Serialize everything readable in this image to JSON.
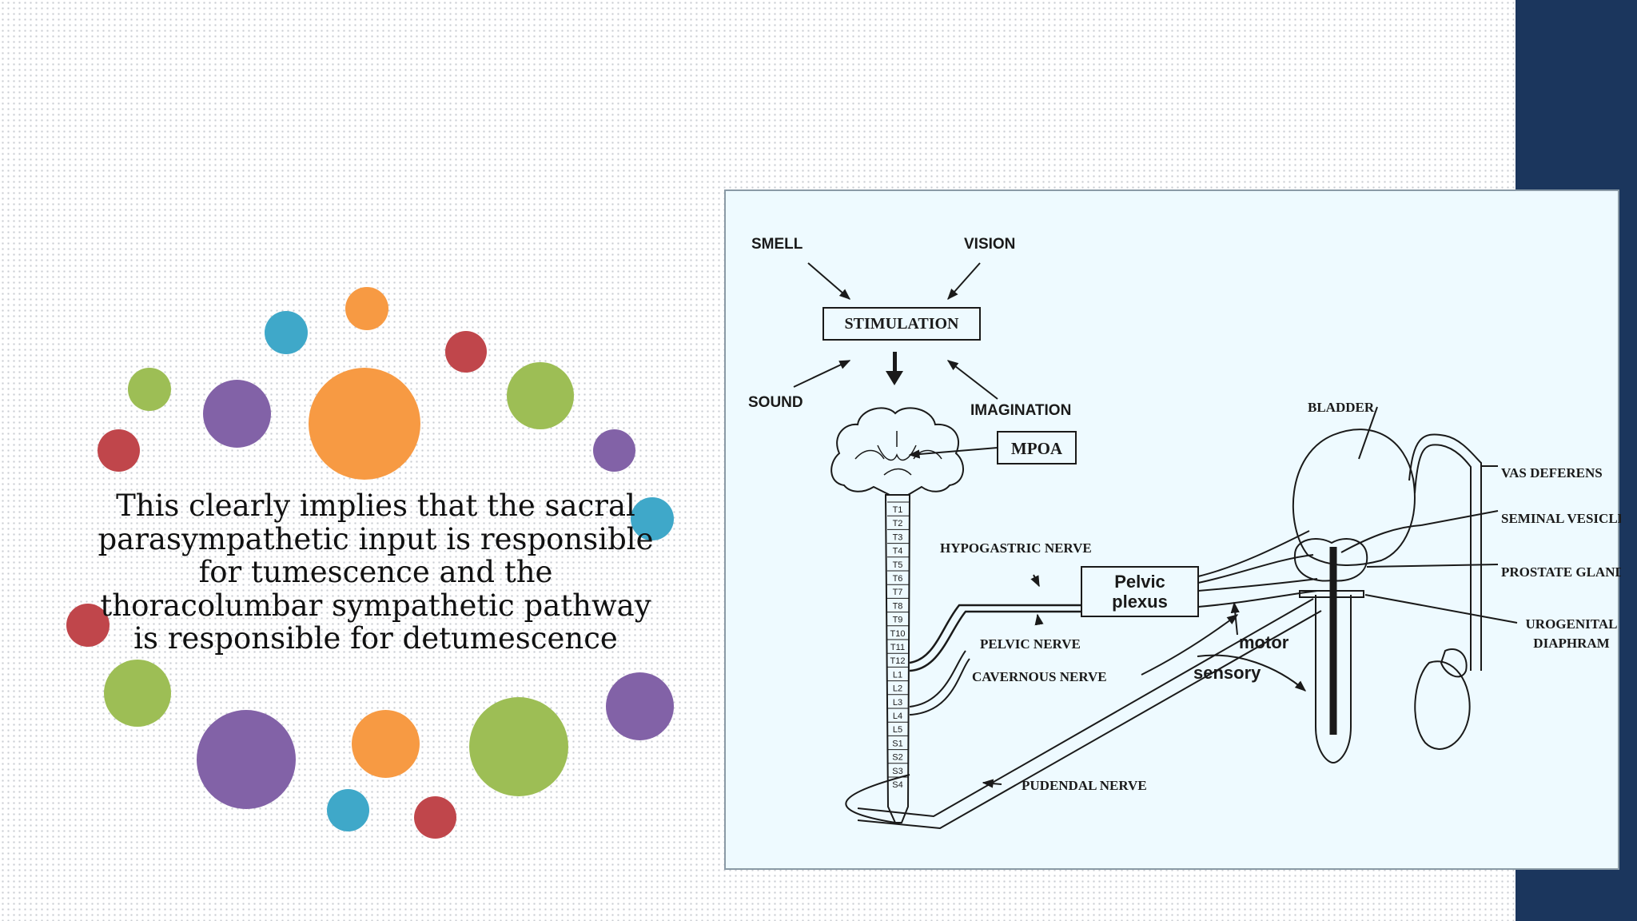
{
  "slide": {
    "caption": "This clearly implies that the sacral\nparasympathetic input is responsible\nfor tumescence and the\nthoracolumbar sympathetic pathway\nis responsible for detumescence",
    "colors": {
      "accent_bar": "#1b365d",
      "orange": "#f79a43",
      "purple": "#8262a7",
      "green": "#9dbe55",
      "red": "#c0464b",
      "teal": "#3fa8c9",
      "diagram_background": "#eefaff"
    }
  },
  "diagram": {
    "labels": {
      "smell": "SMELL",
      "vision": "VISION",
      "stimulation": "STIMULATION",
      "sound": "SOUND",
      "imagination": "IMAGINATION",
      "mpoa": "MPOA",
      "hypogastric_nerve": "HYPOGASTRIC NERVE",
      "pelvic_plexus_line1": "Pelvic",
      "pelvic_plexus_line2": "plexus",
      "pelvic_nerve": "PELVIC NERVE",
      "cavernous_nerve": "CAVERNOUS NERVE",
      "motor": "motor",
      "sensory": "sensory",
      "pudendal_nerve": "PUDENDAL NERVE",
      "bladder": "BLADDER",
      "vas_deferens": "VAS DEFERENS",
      "seminal_vesicle": "SEMINAL VESICLE",
      "prostate_gland": "PROSTATE GLAND",
      "urogenital_line1": "UROGENITAL",
      "urogenital_line2": "DIAPHRAM"
    },
    "spinal_segments": [
      "T1",
      "T2",
      "T3",
      "T4",
      "T5",
      "T6",
      "T7",
      "T8",
      "T9",
      "T10",
      "T11",
      "T12",
      "L1",
      "L2",
      "L3",
      "L4",
      "L5",
      "S1",
      "S2",
      "S3",
      "S4"
    ]
  }
}
